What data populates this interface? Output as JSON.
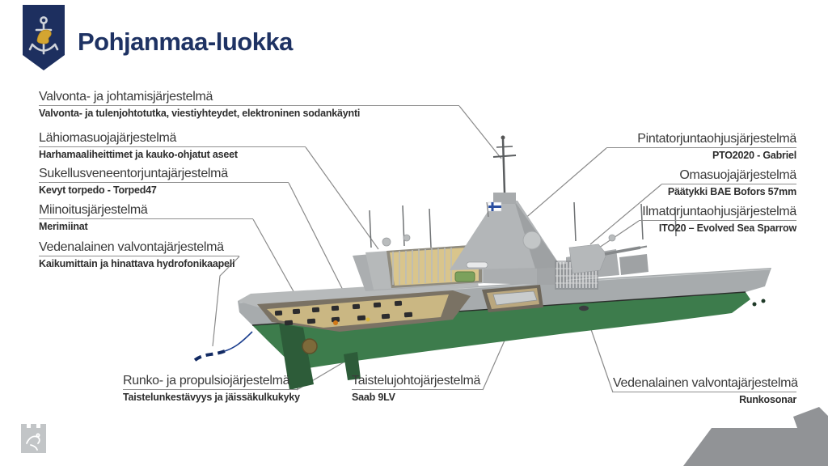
{
  "header": {
    "title": "Pohjanmaa-luokka",
    "emblem": "finnish-navy-pennant-with-anchor-and-lion"
  },
  "labels": [
    {
      "id": "valvonta-johtamis",
      "title": "Valvonta- ja johtamisjärjestelmä",
      "subtitle": "Valvonta- ja tulenjohtotutka, viestiyhteydet, elektroninen sodankäynti"
    },
    {
      "id": "lahiomasuoja",
      "title": "Lähiomasuojajärjestelmä",
      "subtitle": "Harhamaaliheittimet ja kauko-ohjatut aseet"
    },
    {
      "id": "sukellusveneentorjunta",
      "title": "Sukellusveneentorjuntajärjestelmä",
      "subtitle": "Kevyt torpedo - Torped47"
    },
    {
      "id": "miinoitus",
      "title": "Miinoitusjärjestelmä",
      "subtitle": "Merimiinat"
    },
    {
      "id": "vedenalainen-valvonta-kaapeli",
      "title": "Vedenalainen valvontajärjestelmä",
      "subtitle": "Kaikumittain ja hinattava hydrofonikaapeli"
    },
    {
      "id": "pintatorjunta",
      "title": "Pintatorjuntaohjusjärjestelmä",
      "subtitle": "PTO2020 - Gabriel"
    },
    {
      "id": "omasuoja",
      "title": "Omasuojajärjestelmä",
      "subtitle": "Päätykki BAE Bofors 57mm"
    },
    {
      "id": "ilmatorjunta",
      "title": "Ilmatorjuntaohjusjärjestelmä",
      "subtitle": "ITO20 – Evolved Sea Sparrow"
    },
    {
      "id": "runko-propulsio",
      "title": "Runko- ja propulsiojärjestelmä",
      "subtitle": "Taistelunkestävyys ja jäissäkulkukyky"
    },
    {
      "id": "taistelujohto",
      "title": "Taistelujohtojärjestelmä",
      "subtitle": "Saab 9LV"
    },
    {
      "id": "vedenalainen-valvonta-sonar",
      "title": "Vedenalainen valvontajärjestelmä",
      "subtitle": "Runkosonar"
    }
  ],
  "colors": {
    "accent_navy": "#1e3263",
    "pennant_navy": "#1d2f5f",
    "hull_gray": "#a7abad",
    "hull_green": "#3d7c4c",
    "leader_gray": "#8a8a8a",
    "arrow_gray": "#919396",
    "cable_blue": "#1c3f8f"
  },
  "icons": {
    "top_left": "navy-pennant-anchor-icon",
    "bottom_left": "defence-forces-crest-icon",
    "bottom_right": "forward-arrow-banner"
  }
}
